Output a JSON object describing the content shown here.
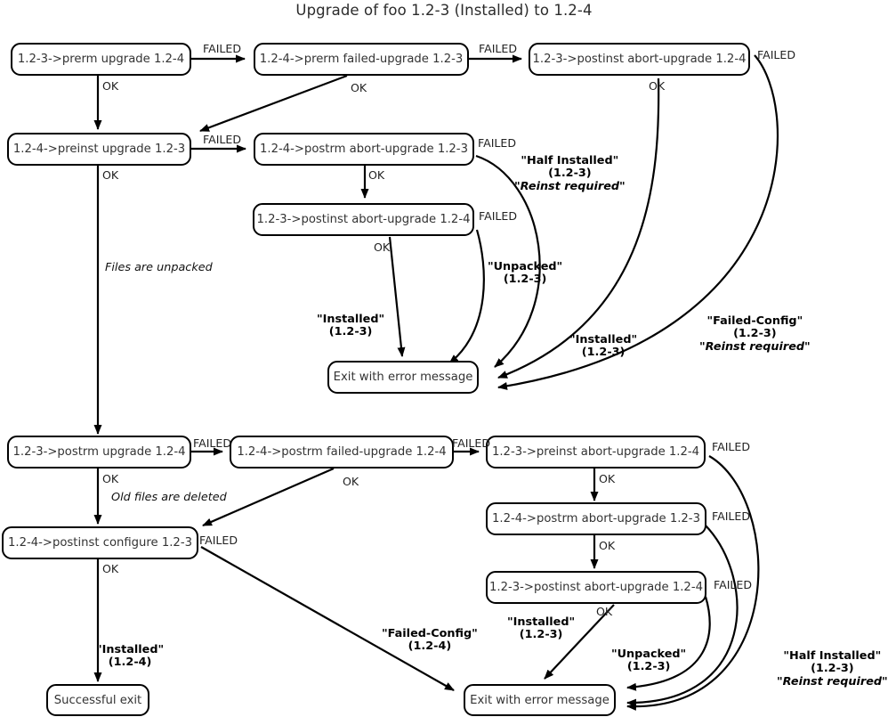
{
  "title": "Upgrade of foo 1.2-3 (Installed) to 1.2-4",
  "nodes": {
    "prerm_upgrade": "1.2-3->prerm upgrade 1.2-4",
    "prerm_failed_upgrade": "1.2-4->prerm failed-upgrade 1.2-3",
    "postinst_abort_upgrade_top": "1.2-3->postinst abort-upgrade 1.2-4",
    "preinst_upgrade": "1.2-4->preinst upgrade 1.2-3",
    "postrm_abort_upgrade_mid": "1.2-4->postrm abort-upgrade 1.2-3",
    "postinst_abort_upgrade_mid": "1.2-3->postinst abort-upgrade 1.2-4",
    "exit_error_top": "Exit with error message",
    "postrm_upgrade": "1.2-3->postrm upgrade 1.2-4",
    "postrm_failed_upgrade": "1.2-4->postrm failed-upgrade 1.2-4",
    "preinst_abort_upgrade": "1.2-3->preinst abort-upgrade 1.2-4",
    "postrm_abort_upgrade_bot": "1.2-4->postrm abort-upgrade 1.2-3",
    "postinst_abort_upgrade_bot": "1.2-3->postinst abort-upgrade 1.2-4",
    "exit_error_bottom": "Exit with error message",
    "successful_exit": "Successful exit"
  },
  "edge_labels": {
    "failed": "FAILED",
    "ok": "OK"
  },
  "notes": {
    "files_unpacked": "Files are unpacked",
    "old_files_deleted": "Old files are deleted"
  },
  "states": {
    "half_installed": "\"Half Installed\"",
    "half_installed_ver": "(1.2-3)",
    "reinst_required": "\"Reinst required\"",
    "unpacked": "\"Unpacked\"",
    "unpacked_ver": "(1.2-3)",
    "installed_123": "\"Installed\"",
    "installed_123_ver": "(1.2-3)",
    "installed_124": "\"Installed\"",
    "installed_124_ver": "(1.2-4)",
    "failed_config_123": "\"Failed-Config\"",
    "failed_config_123_ver": "(1.2-3)",
    "failed_config_124": "\"Failed-Config\"",
    "failed_config_124_ver": "(1.2-4)"
  },
  "colors": {
    "stroke": "#000000",
    "node_text": "#333333",
    "background": "#ffffff"
  }
}
